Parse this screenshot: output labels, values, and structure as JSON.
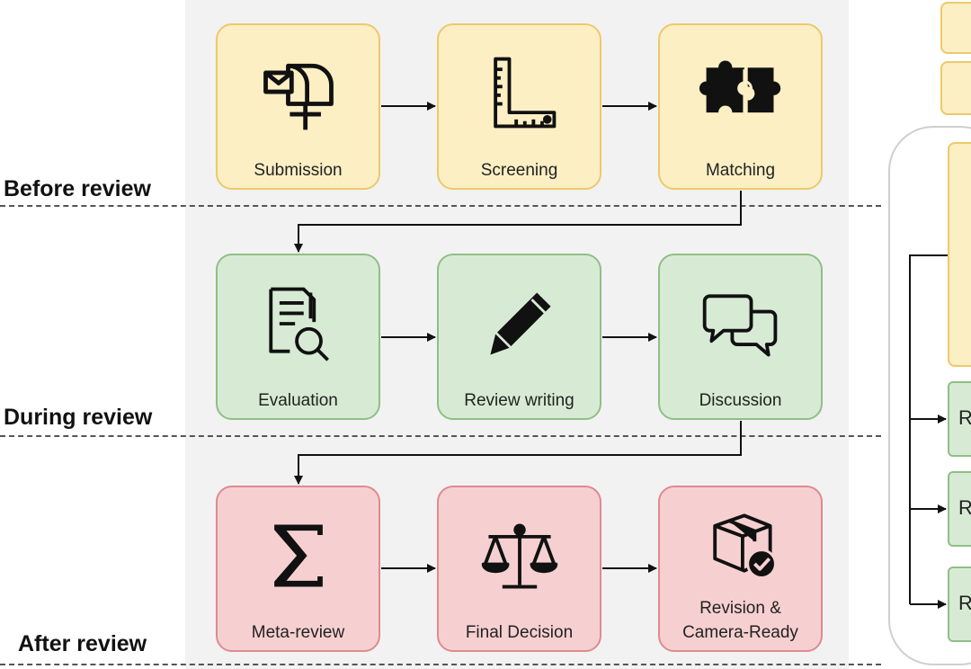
{
  "stages": {
    "before": "Before review",
    "during": "During review",
    "after": "After review"
  },
  "boxes": {
    "submission": "Submission",
    "screening": "Screening",
    "matching": "Matching",
    "evaluation": "Evaluation",
    "review_writing": "Review writing",
    "discussion": "Discussion",
    "meta_review": "Meta-review",
    "final_decision": "Final Decision",
    "revision_line1": "Revision &",
    "revision_line2": "Camera-Ready"
  },
  "side": {
    "r1": "R",
    "r2": "R",
    "r3": "R"
  },
  "icons": {
    "submission": "mailbox-icon",
    "screening": "ruler-icon",
    "matching": "puzzle-icon",
    "evaluation": "document-search-icon",
    "review_writing": "pencil-icon",
    "discussion": "speech-bubbles-icon",
    "meta_review": "sigma-icon",
    "final_decision": "scales-icon",
    "revision": "package-check-icon"
  },
  "colors": {
    "yellow_fill": "#fcefc4",
    "green_fill": "#d7ebd4",
    "red_fill": "#f6d0d1"
  }
}
